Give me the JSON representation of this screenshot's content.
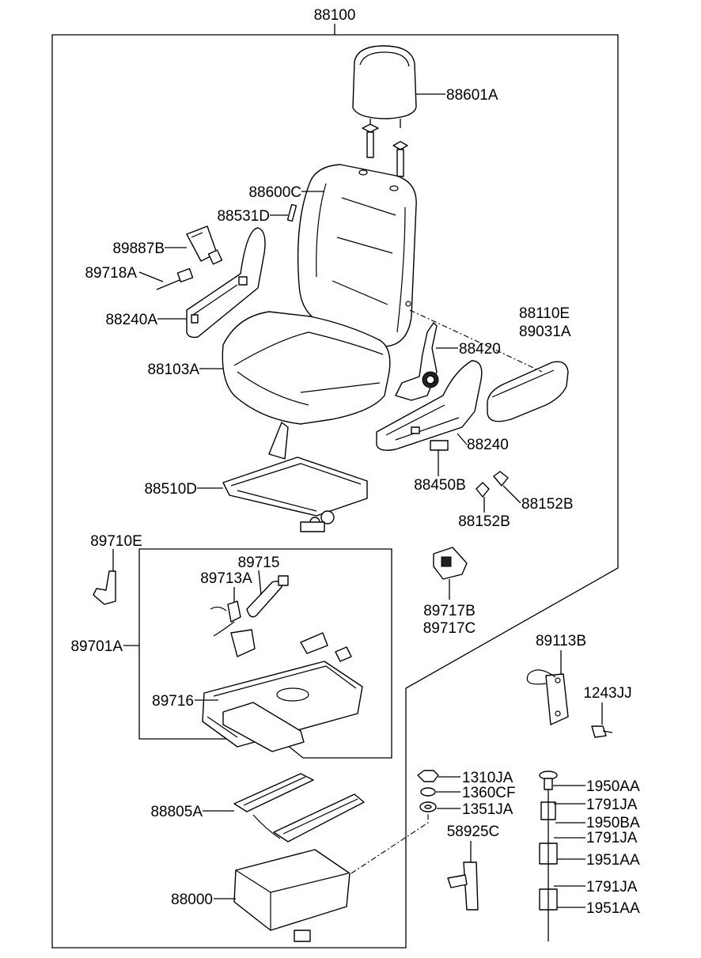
{
  "diagram": {
    "labels": {
      "assembly": "88100",
      "headrest": "88601A",
      "seat_back": "88600C",
      "guide_pin": "88531D",
      "buckle": "89887B",
      "buckle_wire": "89718A",
      "inner_shield": "88240A",
      "seat_cushion": "88103A",
      "armrest_a": "88110E",
      "armrest_b": "89031A",
      "recliner": "88420",
      "outer_shield": "88240",
      "seat_track": "88510D",
      "knob": "88450B",
      "cover_a": "88152B",
      "cover_b": "88152B",
      "bracket_e": "89710E",
      "pretensioner": "89715",
      "sensor": "89713A",
      "module_assy": "89701A",
      "frame": "89716",
      "switch_a": "89717B",
      "switch_b": "89717C",
      "harness": "89113B",
      "screw": "1243JJ",
      "nut": "1310JA",
      "washer_a": "1360CF",
      "washer_b": "1351JA",
      "rail": "88805A",
      "stud": "58925C",
      "base": "88000",
      "bolt_a": "1950AA",
      "clip_1": "1791JA",
      "bolt_b": "1950BA",
      "clip_2": "1791JA",
      "sleeve_1": "1951AA",
      "clip_3": "1791JA",
      "sleeve_2": "1951AA"
    }
  }
}
